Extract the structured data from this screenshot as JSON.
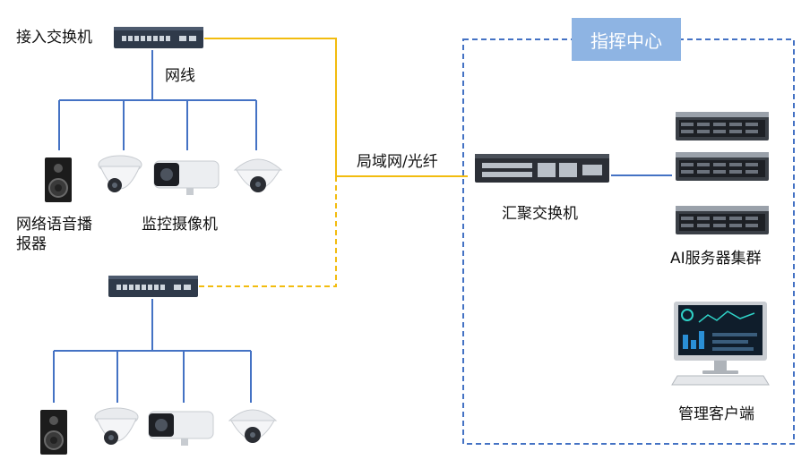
{
  "labels": {
    "access_switch": "接入交换机",
    "cable": "网线",
    "speaker": "网络语音播报器",
    "camera": "监控摄像机",
    "lan": "局域网/光纤",
    "aggregation_switch": "汇聚交换机",
    "ai_cluster": "AI服务器集群",
    "client": "管理客户端",
    "command_center": "指挥中心"
  },
  "colors": {
    "copper_line": "#4472c4",
    "fiber_line": "#f2bc0f",
    "command_border": "#4472c4",
    "command_fill": "#8eb4e3"
  }
}
